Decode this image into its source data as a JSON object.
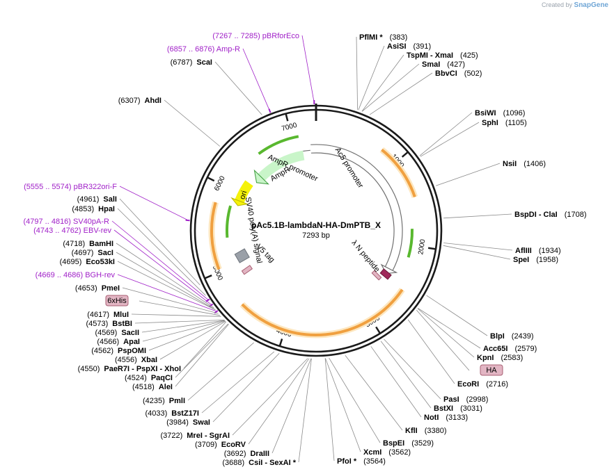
{
  "watermark": {
    "prefix": "Created by",
    "brand": "SnapGene"
  },
  "plasmid": {
    "name": "pAc5.1B-lambdaN-HA-DmPTB_X",
    "size_label": "7293 bp",
    "length": 7293
  },
  "ticks": [
    {
      "label": "1000",
      "pos": 1000
    },
    {
      "label": "2000",
      "pos": 2000
    },
    {
      "label": "3000",
      "pos": 3000
    },
    {
      "label": "4000",
      "pos": 4000
    },
    {
      "label": "5000",
      "pos": 5000
    },
    {
      "label": "6000",
      "pos": 6000
    },
    {
      "label": "7000",
      "pos": 7000
    }
  ],
  "features": [
    {
      "label": "AmpR promoter",
      "type": "promoter",
      "start": 7105,
      "end": 7211
    },
    {
      "label": "AmpR",
      "type": "cds",
      "start": 6244,
      "end": 7104
    },
    {
      "label": "Ac5 promoter",
      "type": "promoter",
      "start": 7220,
      "end": 2420
    },
    {
      "label": "λ N peptide",
      "type": "cds",
      "start": 2430,
      "end": 2490
    },
    {
      "label": "ori",
      "type": "origin",
      "start": 5603,
      "end": 6191
    },
    {
      "label": "SV40 poly(A) signal",
      "type": "terminator",
      "start": 4827,
      "end": 5048
    },
    {
      "label": "V5 tag",
      "type": "tag",
      "start": 4670,
      "end": 4711
    },
    {
      "label": "6xHis",
      "type": "tag",
      "start": 4620,
      "end": 4640
    },
    {
      "label": "HA",
      "type": "tag",
      "start": 2587,
      "end": 2614
    }
  ],
  "left_labels": [
    {
      "name": "(7267 .. 7285)  pBRforEco",
      "pos": 7276,
      "kind": "primer"
    },
    {
      "name": "(6857 .. 6876)  Amp-R",
      "pos": 6866,
      "kind": "primer"
    },
    {
      "name": "ScaI",
      "site": "(6787)",
      "pos": 6787,
      "kind": "enzyme"
    },
    {
      "name": "AhdI",
      "site": "(6307)",
      "pos": 6307,
      "kind": "enzyme"
    },
    {
      "name": "(5555 .. 5574)  pBR322ori-F",
      "pos": 5564,
      "kind": "primer"
    },
    {
      "name": "SalI",
      "site": "(4961)",
      "pos": 4961,
      "kind": "enzyme"
    },
    {
      "name": "HpaI",
      "site": "(4853)",
      "pos": 4853,
      "kind": "enzyme"
    },
    {
      "name": "(4797 .. 4816)  SV40pA-R",
      "pos": 4806,
      "kind": "primer"
    },
    {
      "name": "(4743 .. 4762)  EBV-rev",
      "pos": 4752,
      "kind": "primer"
    },
    {
      "name": "BamHI",
      "site": "(4718)",
      "pos": 4718,
      "kind": "enzyme"
    },
    {
      "name": "SacI",
      "site": "(4697)",
      "pos": 4697,
      "kind": "enzyme"
    },
    {
      "name": "Eco53kI",
      "site": "(4695)",
      "pos": 4695,
      "kind": "enzyme"
    },
    {
      "name": "(4669 .. 4686)  BGH-rev",
      "pos": 4677,
      "kind": "primer"
    },
    {
      "name": "PmeI",
      "site": "(4653)",
      "pos": 4653,
      "kind": "enzyme"
    },
    {
      "name": "6xHis",
      "pos": 4630,
      "kind": "feature"
    },
    {
      "name": "MluI",
      "site": "(4617)",
      "pos": 4617,
      "kind": "enzyme"
    },
    {
      "name": "BstBI",
      "site": "(4573)",
      "pos": 4573,
      "kind": "enzyme"
    },
    {
      "name": "SacII",
      "site": "(4569)",
      "pos": 4569,
      "kind": "enzyme"
    },
    {
      "name": "ApaI",
      "site": "(4566)",
      "pos": 4566,
      "kind": "enzyme"
    },
    {
      "name": "PspOMI",
      "site": "(4562)",
      "pos": 4562,
      "kind": "enzyme"
    },
    {
      "name": "XbaI",
      "site": "(4556)",
      "pos": 4556,
      "kind": "enzyme"
    },
    {
      "name": "PaeR7I  - PspXI  - XhoI",
      "site": "(4550)",
      "pos": 4550,
      "kind": "enzyme"
    },
    {
      "name": "PaqCI",
      "site": "(4524)",
      "pos": 4524,
      "kind": "enzyme"
    },
    {
      "name": "AleI",
      "site": "(4518)",
      "pos": 4518,
      "kind": "enzyme"
    },
    {
      "name": "PmlI",
      "site": "(4235)",
      "pos": 4235,
      "kind": "enzyme"
    },
    {
      "name": "BstZ17I",
      "site": "(4033)",
      "pos": 4033,
      "kind": "enzyme"
    },
    {
      "name": "SwaI",
      "site": "(3984)",
      "pos": 3984,
      "kind": "enzyme"
    },
    {
      "name": "MreI  - SgrAI",
      "site": "(3722)",
      "pos": 3722,
      "kind": "enzyme"
    },
    {
      "name": "EcoRV",
      "site": "(3709)",
      "pos": 3709,
      "kind": "enzyme"
    },
    {
      "name": "DraIII",
      "site": "(3692)",
      "pos": 3692,
      "kind": "enzyme"
    },
    {
      "name": "CsiI  - SexAI *",
      "site": "(3688)",
      "pos": 3688,
      "kind": "enzyme"
    }
  ],
  "right_labels": [
    {
      "name": "PflMI *",
      "site": "(383)",
      "pos": 383,
      "kind": "enzyme"
    },
    {
      "name": "AsiSI",
      "site": "(391)",
      "pos": 391,
      "kind": "enzyme"
    },
    {
      "name": "TspMI  - XmaI",
      "site": "(425)",
      "pos": 425,
      "kind": "enzyme"
    },
    {
      "name": "SmaI",
      "site": "(427)",
      "pos": 427,
      "kind": "enzyme"
    },
    {
      "name": "BbvCI",
      "site": "(502)",
      "pos": 502,
      "kind": "enzyme"
    },
    {
      "name": "BsiWI",
      "site": "(1096)",
      "pos": 1096,
      "kind": "enzyme"
    },
    {
      "name": "SphI",
      "site": "(1105)",
      "pos": 1105,
      "kind": "enzyme"
    },
    {
      "name": "NsiI",
      "site": "(1406)",
      "pos": 1406,
      "kind": "enzyme"
    },
    {
      "name": "BspDI  - ClaI",
      "site": "(1708)",
      "pos": 1708,
      "kind": "enzyme"
    },
    {
      "name": "AflIII",
      "site": "(1934)",
      "pos": 1934,
      "kind": "enzyme"
    },
    {
      "name": "SpeI",
      "site": "(1958)",
      "pos": 1958,
      "kind": "enzyme"
    },
    {
      "name": "BlpI",
      "site": "(2439)",
      "pos": 2439,
      "kind": "enzyme"
    },
    {
      "name": "Acc65I",
      "site": "(2579)",
      "pos": 2579,
      "kind": "enzyme"
    },
    {
      "name": "KpnI",
      "site": "(2583)",
      "pos": 2583,
      "kind": "enzyme"
    },
    {
      "name": "HA",
      "pos": 2600,
      "kind": "feature"
    },
    {
      "name": "EcoRI",
      "site": "(2716)",
      "pos": 2716,
      "kind": "enzyme"
    },
    {
      "name": "PasI",
      "site": "(2998)",
      "pos": 2998,
      "kind": "enzyme"
    },
    {
      "name": "BstXI",
      "site": "(3031)",
      "pos": 3031,
      "kind": "enzyme"
    },
    {
      "name": "NotI",
      "site": "(3133)",
      "pos": 3133,
      "kind": "enzyme"
    },
    {
      "name": "KflI",
      "site": "(3380)",
      "pos": 3380,
      "kind": "enzyme"
    },
    {
      "name": "BspEI",
      "site": "(3529)",
      "pos": 3529,
      "kind": "enzyme"
    },
    {
      "name": "XcmI",
      "site": "(3562)",
      "pos": 3562,
      "kind": "enzyme"
    },
    {
      "name": "PfoI *",
      "site": "(3564)",
      "pos": 3564,
      "kind": "enzyme"
    }
  ],
  "colors": {
    "backbone": "#1a1a1a",
    "primer": "#a020c8",
    "enzyme_text": "#000000",
    "leader": "#8a8a8a",
    "orf_fill": "#f0a040",
    "orf_halo": "#fde7c0",
    "ampr_fill": "#c9f5c9",
    "ampr_stroke": "#3a9a3a",
    "small_cds": "#59b82f",
    "ori": "#f5f20a",
    "promoter_fill": "#ffffff",
    "promoter_stroke": "#707070",
    "terminator": "#9aa0a8",
    "tag_fill": "#e2b5c3",
    "tag_stroke": "#a85f73",
    "lambda_n": "#a0295a"
  }
}
